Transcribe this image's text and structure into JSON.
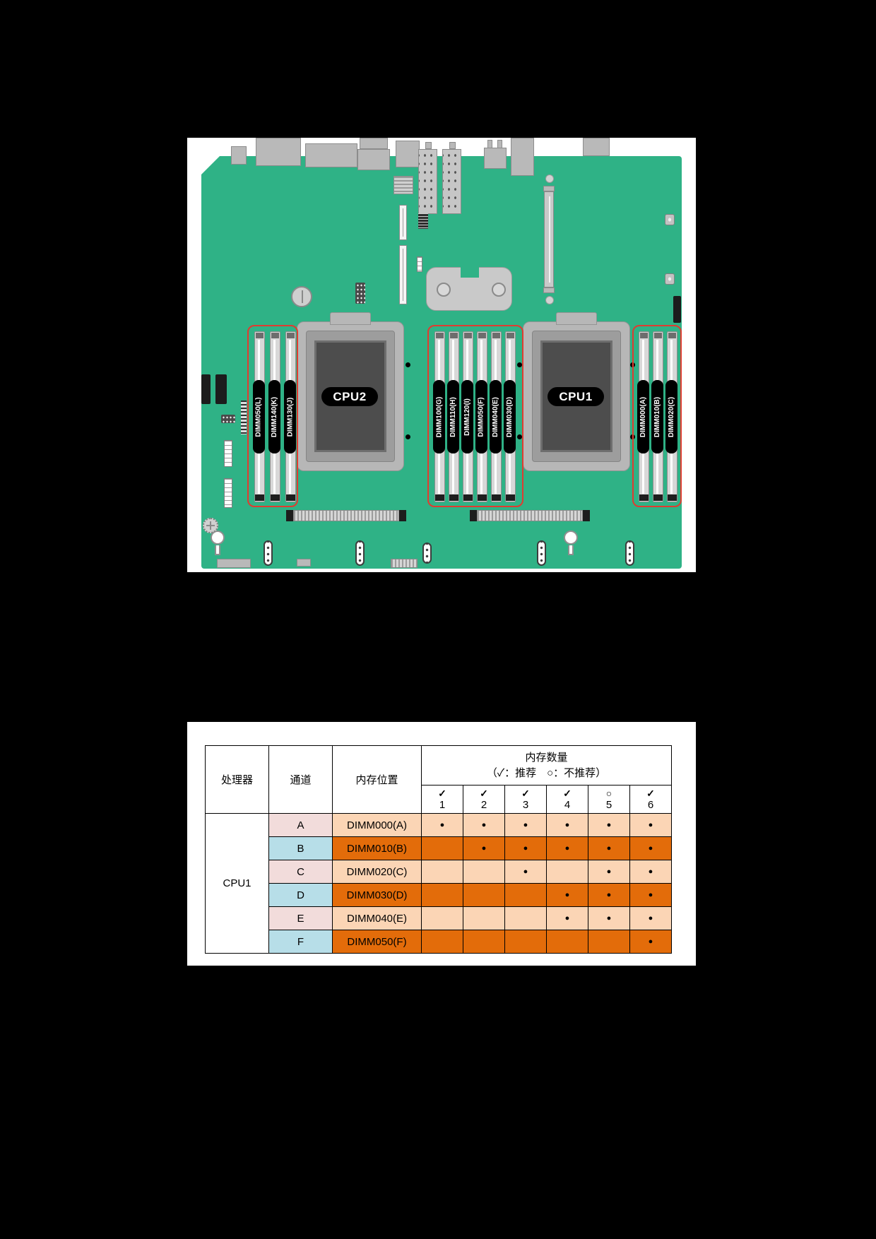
{
  "figure": {
    "board_color": "#2FB286",
    "highlight_color": "#E13B30",
    "cpu1_label": "CPU1",
    "cpu2_label": "CPU2",
    "dimm_groups": {
      "left": [
        "DIMM050(L)",
        "DIMM140(K)",
        "DIMM130(J)"
      ],
      "middle": [
        "DIMM100(G)",
        "DIMM110(H)",
        "DIMM120(I)",
        "DIMM050(F)",
        "DIMM040(E)",
        "DIMM030(D)"
      ],
      "right": [
        "DIMM000(A)",
        "DIMM010(B)",
        "DIMM020(C)"
      ]
    }
  },
  "table": {
    "header": {
      "processor": "处理器",
      "channel": "通道",
      "location": "内存位置",
      "quantity_title": "内存数量",
      "quantity_legend": "（✓：推荐　○：不推荐）"
    },
    "columns": [
      {
        "mark": "✓",
        "num": "1"
      },
      {
        "mark": "✓",
        "num": "2"
      },
      {
        "mark": "✓",
        "num": "3"
      },
      {
        "mark": "✓",
        "num": "4"
      },
      {
        "mark": "○",
        "num": "5"
      },
      {
        "mark": "✓",
        "num": "6"
      }
    ],
    "processor": "CPU1",
    "rows": [
      {
        "channel": "A",
        "location": "DIMM000(A)",
        "dots": [
          "●",
          "●",
          "●",
          "●",
          "●",
          "●"
        ]
      },
      {
        "channel": "B",
        "location": "DIMM010(B)",
        "dots": [
          "",
          "●",
          "●",
          "●",
          "●",
          "●"
        ]
      },
      {
        "channel": "C",
        "location": "DIMM020(C)",
        "dots": [
          "",
          "",
          "●",
          "",
          "●",
          "●"
        ]
      },
      {
        "channel": "D",
        "location": "DIMM030(D)",
        "dots": [
          "",
          "",
          "",
          "●",
          "●",
          "●"
        ]
      },
      {
        "channel": "E",
        "location": "DIMM040(E)",
        "dots": [
          "",
          "",
          "",
          "●",
          "●",
          "●"
        ]
      },
      {
        "channel": "F",
        "location": "DIMM050(F)",
        "dots": [
          "",
          "",
          "",
          "",
          "",
          "●"
        ]
      }
    ],
    "colors": {
      "light_orange": "#FBD5B5",
      "dark_orange": "#E36C0A",
      "pink_channel": "#F2DCDB",
      "blue_channel": "#B7DEE8"
    }
  }
}
